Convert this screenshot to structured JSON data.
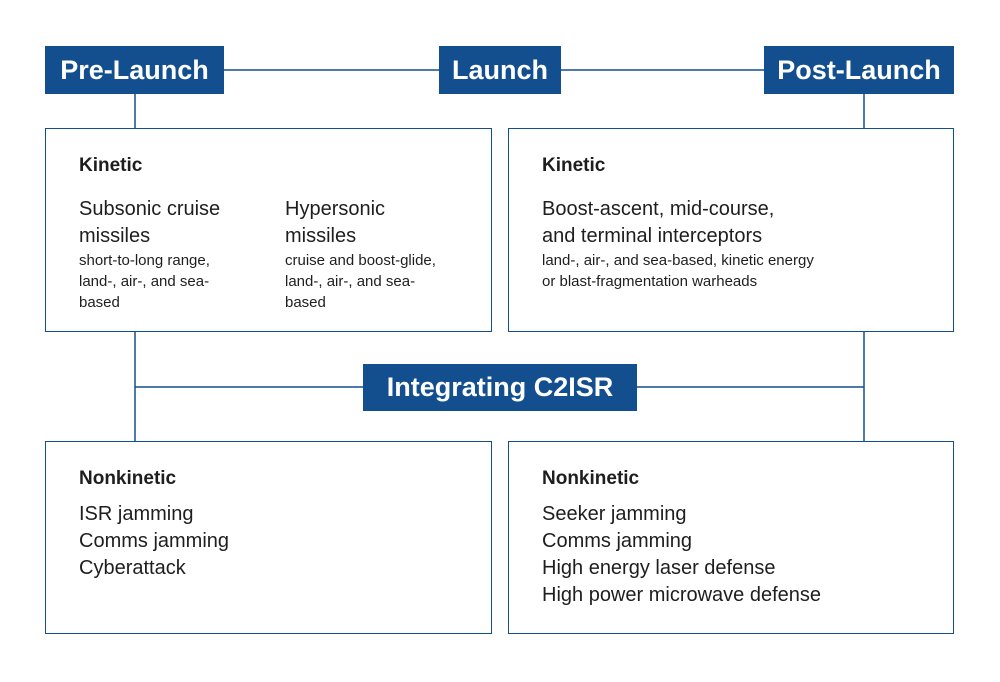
{
  "colors": {
    "accent": "#134f8f",
    "text": "#1e1e1e",
    "background": "#ffffff"
  },
  "phases": {
    "pre_launch": "Pre-Launch",
    "launch": "Launch",
    "post_launch": "Post-Launch"
  },
  "integrating": "Integrating C2ISR",
  "pre_kinetic": {
    "title": "Kinetic",
    "col1_head_1": "Subsonic cruise",
    "col1_head_2": "missiles",
    "col1_detail_1": "short-to-long range,",
    "col1_detail_2": "land-, air-, and sea-",
    "col1_detail_3": "based",
    "col2_head_1": "Hypersonic",
    "col2_head_2": "missiles",
    "col2_detail_1": "cruise and boost-glide,",
    "col2_detail_2": "land-, air-, and sea-",
    "col2_detail_3": "based"
  },
  "post_kinetic": {
    "title": "Kinetic",
    "head_1": "Boost-ascent, mid-course,",
    "head_2": "and terminal interceptors",
    "detail_1": "land-, air-, and sea-based, kinetic energy",
    "detail_2": "or blast-fragmentation warheads"
  },
  "pre_nonkinetic": {
    "title": "Nonkinetic",
    "items": [
      "ISR jamming",
      "Comms jamming",
      "Cyberattack"
    ]
  },
  "post_nonkinetic": {
    "title": "Nonkinetic",
    "items": [
      "Seeker jamming",
      "Comms jamming",
      "High energy laser defense",
      "High power microwave defense"
    ]
  }
}
